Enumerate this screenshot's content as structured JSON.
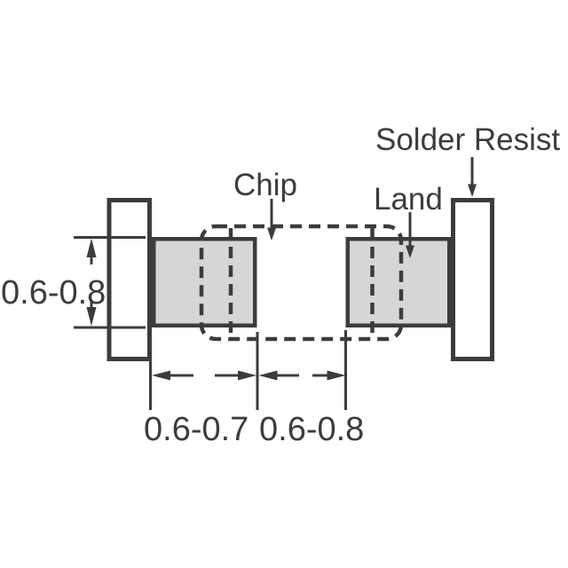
{
  "diagram": {
    "labels": {
      "solder_resist": "Solder Resist",
      "chip": "Chip",
      "land": "Land"
    },
    "dimensions": {
      "pad_height": "0.6-0.8",
      "pad_width": "0.6-0.7",
      "pad_gap": "0.6-0.8"
    },
    "colors": {
      "stroke": "#3c3c3c",
      "land_fill": "#d6d6d6",
      "solder_resist_fill": "#ffffff",
      "background": "#ffffff"
    }
  }
}
